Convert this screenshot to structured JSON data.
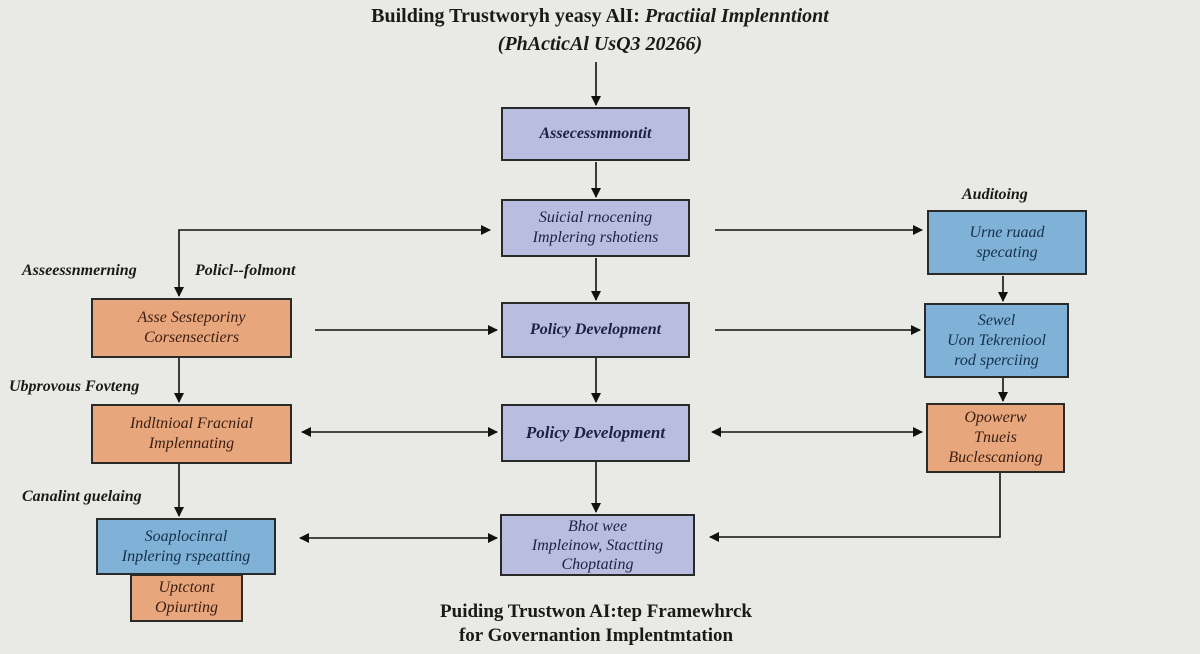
{
  "title": {
    "line1_a": "Building Trustworyh yeasy AlI: ",
    "line1_b": "Practiial Implenntiont",
    "line2": "(PhActicAl UsQ3 20266)"
  },
  "colors": {
    "lavender": "#b9bde0",
    "orange": "#e8a67d",
    "blue": "#80b2d7",
    "background": "#e9e9e5"
  },
  "center": [
    {
      "lines": [
        "Assecessmmontit"
      ]
    },
    {
      "lines": [
        "Suicial rnocening",
        "Implering rshotiens"
      ]
    },
    {
      "lines": [
        "Policy Development"
      ]
    },
    {
      "lines": [
        "Policy Development"
      ]
    },
    {
      "lines": [
        "Bhot wee",
        "Impleinow, Stactting",
        "Choptating"
      ]
    }
  ],
  "left": [
    {
      "lines": [
        "Asse Sesteporiny",
        "Corsensectiers"
      ]
    },
    {
      "lines": [
        "Indltnioal Fracnial",
        "Implennating"
      ]
    },
    {
      "lines": [
        "Soaplocinral",
        "Inplering rspeatting"
      ]
    },
    {
      "lines": [
        "Uptctont",
        "Opiurting"
      ]
    }
  ],
  "right": [
    {
      "lines": [
        "Urne ruaad",
        "specating"
      ]
    },
    {
      "lines": [
        "Sewel",
        "Uon Tekreniool",
        "rod sperciing"
      ]
    },
    {
      "lines": [
        "Opowerw",
        "Tnueis",
        "Buclescaniong"
      ]
    }
  ],
  "labels": {
    "assessment": "Asseessnmerning",
    "policy": "Policl--folmont",
    "ubprovous": "Ubprovous Fovteng",
    "canalint": "Canalint guelaing",
    "auditing": "Auditoing"
  },
  "footer": {
    "line1": "Puiding Trustwon AI:tep Framewhrck",
    "line2": "for Governantion Implentmtation"
  }
}
